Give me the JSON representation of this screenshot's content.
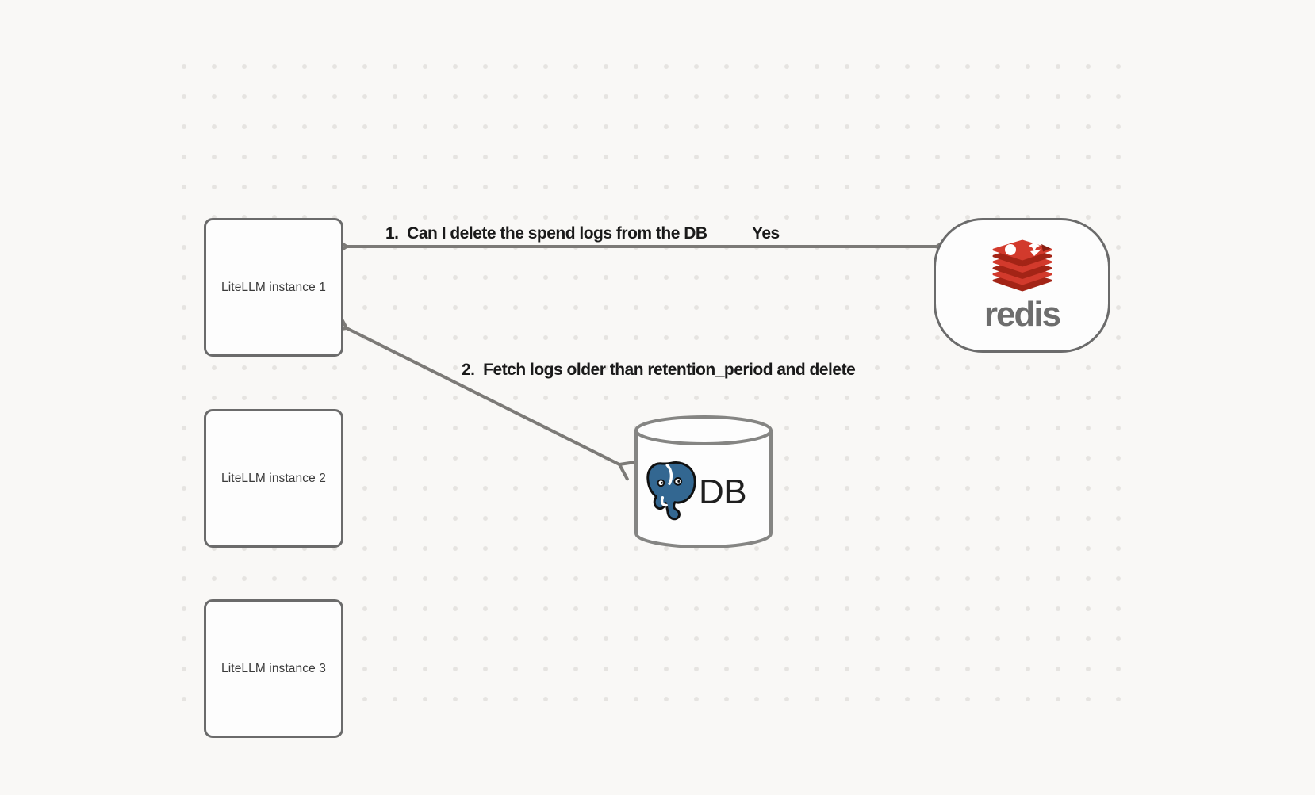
{
  "diagram": {
    "instances": [
      {
        "label": "LiteLLM instance 1"
      },
      {
        "label": "LiteLLM instance 2"
      },
      {
        "label": "LiteLLM instance 3"
      }
    ],
    "redis": {
      "wordmark": "redis"
    },
    "db": {
      "label": "DB"
    },
    "arrow1": {
      "label": "1.  Can I delete the spend logs from the DB",
      "answer": "Yes"
    },
    "arrow2": {
      "label": "2.  Fetch logs older than retention_period and delete"
    }
  },
  "colors": {
    "background": "#f9f8f6",
    "grid_dot": "#e6e4e1",
    "shape_stroke": "#6b6b6b",
    "arrow_stroke": "#7c7a77",
    "label_text": "#1a1a1a",
    "redis_red_bright": "#d23a2c",
    "redis_red_dark": "#a32416",
    "redis_wordmark_gray": "#6d6d6d",
    "postgres_blue": "#336791"
  }
}
